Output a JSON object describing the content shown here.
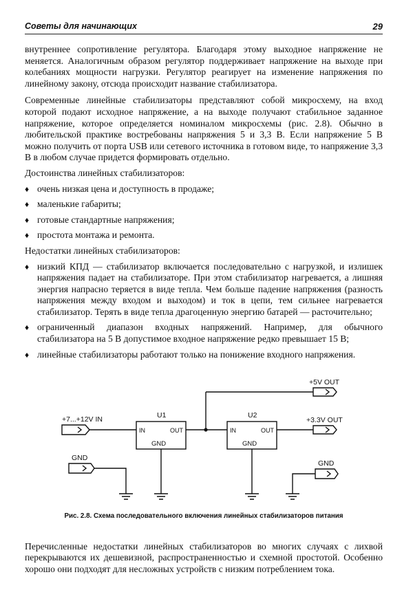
{
  "header": {
    "title": "Советы для начинающих",
    "page_number": "29"
  },
  "body": {
    "paragraph_1": "внутреннее сопротивление регулятора. Благодаря этому выходное напряжение не меняется. Аналогичным образом регулятор поддерживает напряжение на выходе при колебаниях мощности нагрузки. Регулятор реагирует на изменение напряжения по линейному закону, отсюда происходит название стабилизатора.",
    "paragraph_2": "Современные линейные стабилизаторы представляют собой микросхему, на вход которой подают исходное напряжение, а на выходе получают стабильное заданное напряжение, которое определяется номиналом микросхемы (рис. 2.8). Обычно в любительской практике востребованы напряжения 5 и 3,3 В. Если напряжение 5 В можно получить от порта USB или сетевого источника в готовом виде, то напряжение 3,3 В в любом случае придется формировать отдельно.",
    "advantages_heading": "Достоинства линейных стабилизаторов:",
    "advantages": [
      "очень низкая цена и доступность в продаже;",
      "маленькие габариты;",
      "готовые стандартные напряжения;",
      "простота монтажа и ремонта."
    ],
    "disadvantages_heading": "Недостатки линейных стабилизаторов:",
    "disadvantages": [
      "низкий КПД — стабилизатор включается последовательно с нагрузкой, и излишек напряжения падает на стабилизаторе. При этом стабилизатор нагревается, а лишняя энергия напрасно теряется в виде тепла. Чем больше падение напряжения (разность напряжения между входом и выходом) и ток в цепи, тем сильнее нагревается стабилизатор. Терять в виде тепла драгоценную энергию батарей — расточительно;",
      "ограниченный диапазон входных напряжений. Например, для обычного стабилизатора на 5 В допустимое входное напряжение редко превышает 15 В;",
      "линейные стабилизаторы работают только на понижение входного напряжения."
    ],
    "bullet_glyph": "♦"
  },
  "figure": {
    "labels": {
      "in_port": "+7...+12V  IN",
      "out_5v": "+5V  OUT",
      "out_3v3": "+3.3V  OUT",
      "gnd_left": "GND",
      "gnd_right": "GND",
      "u1": "U1",
      "u2": "U2",
      "pin_in": "IN",
      "pin_out": "OUT",
      "pin_gnd": "GND"
    },
    "caption": "Рис. 2.8. Схема последовательного включения линейных стабилизаторов питания"
  },
  "closing_paragraph": "Перечисленные недостатки линейных стабилизаторов во многих случаях с лихвой перекрываются их дешевизной, распространенностью и схемной простотой. Особенно хорошо они подходят для несложных устройств с низким потреблением тока."
}
